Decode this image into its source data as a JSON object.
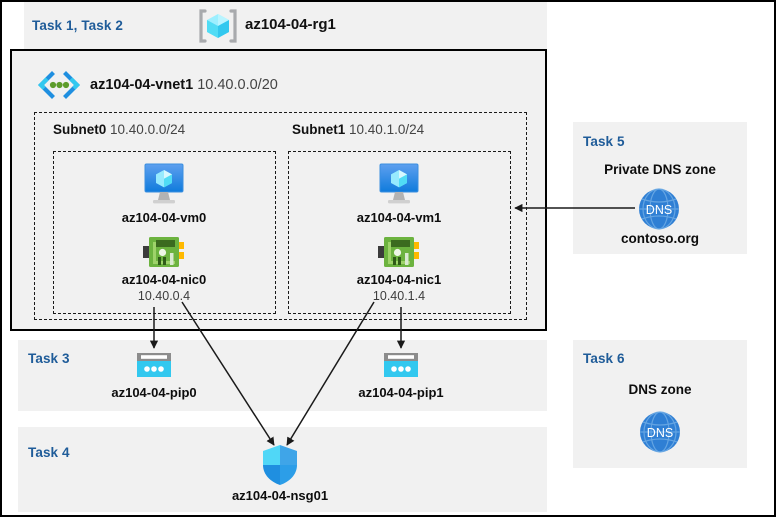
{
  "header": {
    "task_label": "Task 1, Task 2",
    "resource_group_icon": "resource-group-icon",
    "resource_group_name": "az104-04-rg1"
  },
  "vnet": {
    "icon": "virtual-network-icon",
    "name": "az104-04-vnet1",
    "address_space": "10.40.0.0/20"
  },
  "subnets": [
    {
      "name": "Subnet0",
      "cidr": "10.40.0.0/24",
      "vm": {
        "icon": "virtual-machine-icon",
        "label": "az104-04-vm0"
      },
      "nic": {
        "icon": "network-interface-icon",
        "label": "az104-04-nic0",
        "ip": "10.40.0.4"
      }
    },
    {
      "name": "Subnet1",
      "cidr": "10.40.1.0/24",
      "vm": {
        "icon": "virtual-machine-icon",
        "label": "az104-04-vm1"
      },
      "nic": {
        "icon": "network-interface-icon",
        "label": "az104-04-nic1",
        "ip": "10.40.1.4"
      }
    }
  ],
  "task3": {
    "label": "Task 3",
    "pip0": {
      "icon": "public-ip-address-icon",
      "label": "az104-04-pip0"
    },
    "pip1": {
      "icon": "public-ip-address-icon",
      "label": "az104-04-pip1"
    }
  },
  "task4": {
    "label": "Task 4",
    "nsg": {
      "icon": "network-security-group-icon",
      "label": "az104-04-nsg01"
    }
  },
  "task5": {
    "label": "Task 5",
    "title": "Private DNS zone",
    "icon": "dns-zone-icon",
    "icon_text": "DNS",
    "zone_name": "contoso.org"
  },
  "task6": {
    "label": "Task 6",
    "title": "DNS zone",
    "icon": "dns-zone-icon",
    "icon_text": "DNS"
  },
  "colors": {
    "task_label": "#1f5c99",
    "panel_bg": "#f1f1f1",
    "border": "#000000",
    "dns_blue": "#2f7fd4",
    "pip_cyan": "#32c8ef",
    "nic_green": "#6cb33f",
    "nsg_blue": "#2c9ee8",
    "cube_cyan": "#50e6ff"
  }
}
